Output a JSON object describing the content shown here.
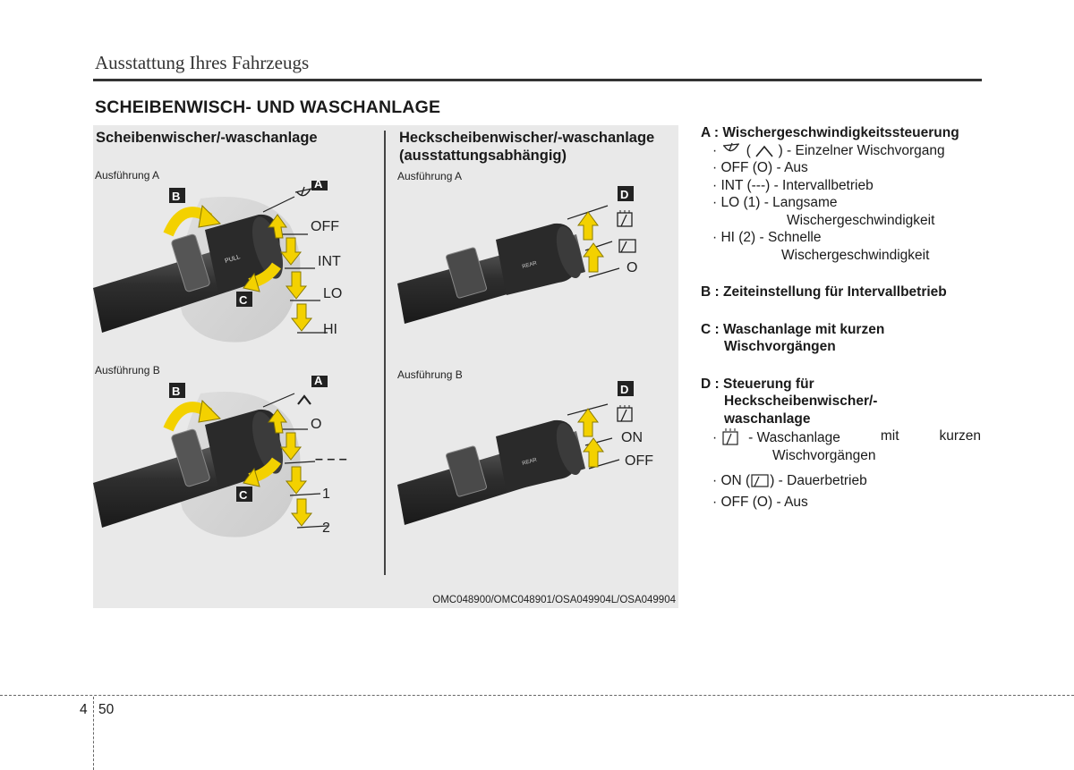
{
  "header": {
    "title": "Ausstattung Ihres Fahrzeugs"
  },
  "section_title": "SCHEIBENWISCH- UND WASCHANLAGE",
  "figure": {
    "left_heading": "Scheibenwischer/-waschanlage",
    "right_heading_line1": "Heckscheibenwischer/-waschanlage",
    "right_heading_line2": "(ausstattungsabhängig)",
    "variant_a": "Ausführung A",
    "variant_b": "Ausführung B",
    "code": "OMC048900/OMC048901/OSA049904L/OSA049904",
    "panel_tl_labels": {
      "off": "OFF",
      "int": "INT",
      "lo": "LO",
      "hi": "HI",
      "stalk": "PULL"
    },
    "panel_bl_labels": {
      "off": "O",
      "int": "– – –",
      "lo": "1",
      "hi": "2"
    },
    "panel_tr_labels": {
      "off": "O",
      "stalk": "REAR"
    },
    "panel_br_labels": {
      "on": "ON",
      "off": "OFF",
      "stalk": "REAR"
    },
    "letters": {
      "a": "A",
      "b": "B",
      "c": "C",
      "d": "D"
    }
  },
  "legend": {
    "a_key": "A :",
    "a_title": "Wischergeschwindigkeitssteuerung",
    "a_items": {
      "mist_paren_open": "(",
      "mist_text": ") - Einzelner Wischvorgang",
      "off": "· OFF (O) - Aus",
      "int": "· INT (---) - Intervallbetrieb",
      "lo_1": "· LO (1) - Langsame",
      "lo_2": "Wischergeschwindigkeit",
      "hi_1": "· HI (2) - Schnelle",
      "hi_2": "Wischergeschwindigkeit"
    },
    "b_key": "B :",
    "b_title": "Zeiteinstellung für Intervallbetrieb",
    "c_key": "C :",
    "c_title_1": "Waschanlage mit kurzen",
    "c_title_2": "Wischvorgängen",
    "d_key": "D :",
    "d_title_1": "Steuerung für",
    "d_title_2": "Heckscheibenwischer/-",
    "d_title_3": "waschanlage",
    "d_items": {
      "wash_w1": "- Waschanlage",
      "wash_w2": "mit",
      "wash_w3": "kurzen",
      "wash_line2": "Wischvorgängen",
      "on_pre": "· ON (",
      "on_post": ") - Dauerbetrieb",
      "off": "· OFF (O) - Aus"
    },
    "bullet": "·"
  },
  "footer": {
    "chapter": "4",
    "page": "50"
  }
}
